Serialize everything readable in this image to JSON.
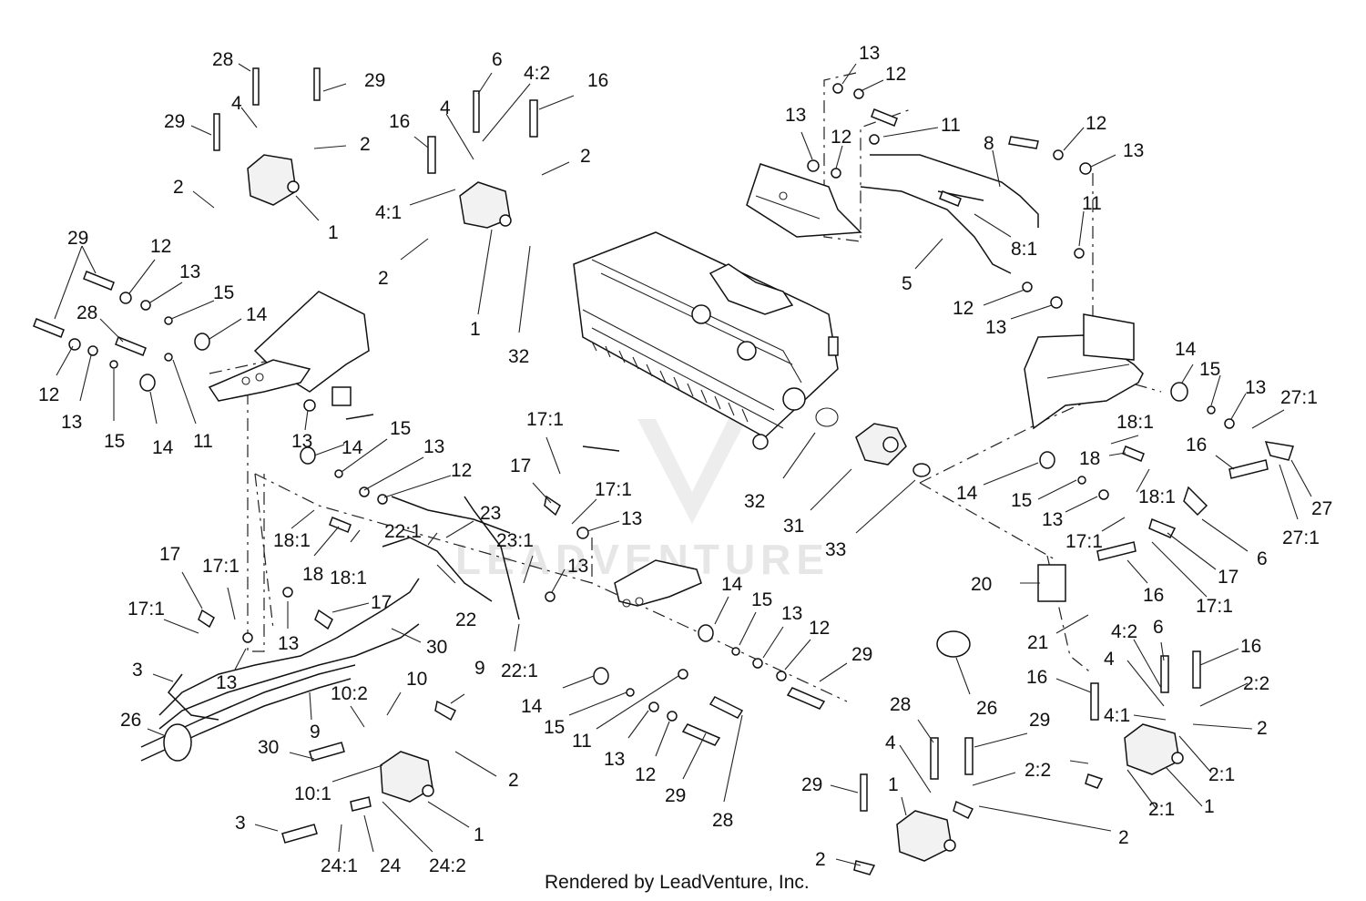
{
  "footer": "Rendered by LeadVenture, Inc.",
  "watermark": "LEADVENTURE",
  "logo_icon": "leadventure-v-logo",
  "callouts": [
    "28",
    "29",
    "29",
    "4",
    "2",
    "2",
    "1",
    "6",
    "4:2",
    "16",
    "16",
    "4",
    "2",
    "4:1",
    "2",
    "1",
    "32",
    "13",
    "12",
    "13",
    "12",
    "11",
    "12",
    "13",
    "8",
    "11",
    "8:1",
    "5",
    "12",
    "13",
    "29",
    "12",
    "13",
    "15",
    "14",
    "28",
    "12",
    "13",
    "15",
    "14",
    "11",
    "13",
    "14",
    "15",
    "13",
    "12",
    "17:1",
    "17",
    "17:1",
    "13",
    "23",
    "22:1",
    "23:1",
    "18:1",
    "18",
    "18:1",
    "13",
    "22",
    "22:1",
    "17",
    "17:1",
    "17:1",
    "17",
    "13",
    "13",
    "30",
    "3",
    "26",
    "30",
    "9",
    "10:2",
    "10",
    "9",
    "10:1",
    "2",
    "3",
    "24:1",
    "24",
    "24:2",
    "1",
    "14",
    "15",
    "13",
    "12",
    "29",
    "14",
    "15",
    "11",
    "13",
    "12",
    "29",
    "28",
    "32",
    "31",
    "33",
    "14",
    "15",
    "13",
    "27:1",
    "18:1",
    "18",
    "16",
    "27",
    "14",
    "15",
    "13",
    "18:1",
    "27:1",
    "17:1",
    "6",
    "17",
    "16",
    "17:1",
    "20",
    "21",
    "26",
    "4:2",
    "6",
    "16",
    "4",
    "16",
    "2:2",
    "4:1",
    "2",
    "2:1",
    "2:1",
    "1",
    "28",
    "29",
    "4",
    "2:2",
    "1",
    "29",
    "2",
    "2"
  ]
}
